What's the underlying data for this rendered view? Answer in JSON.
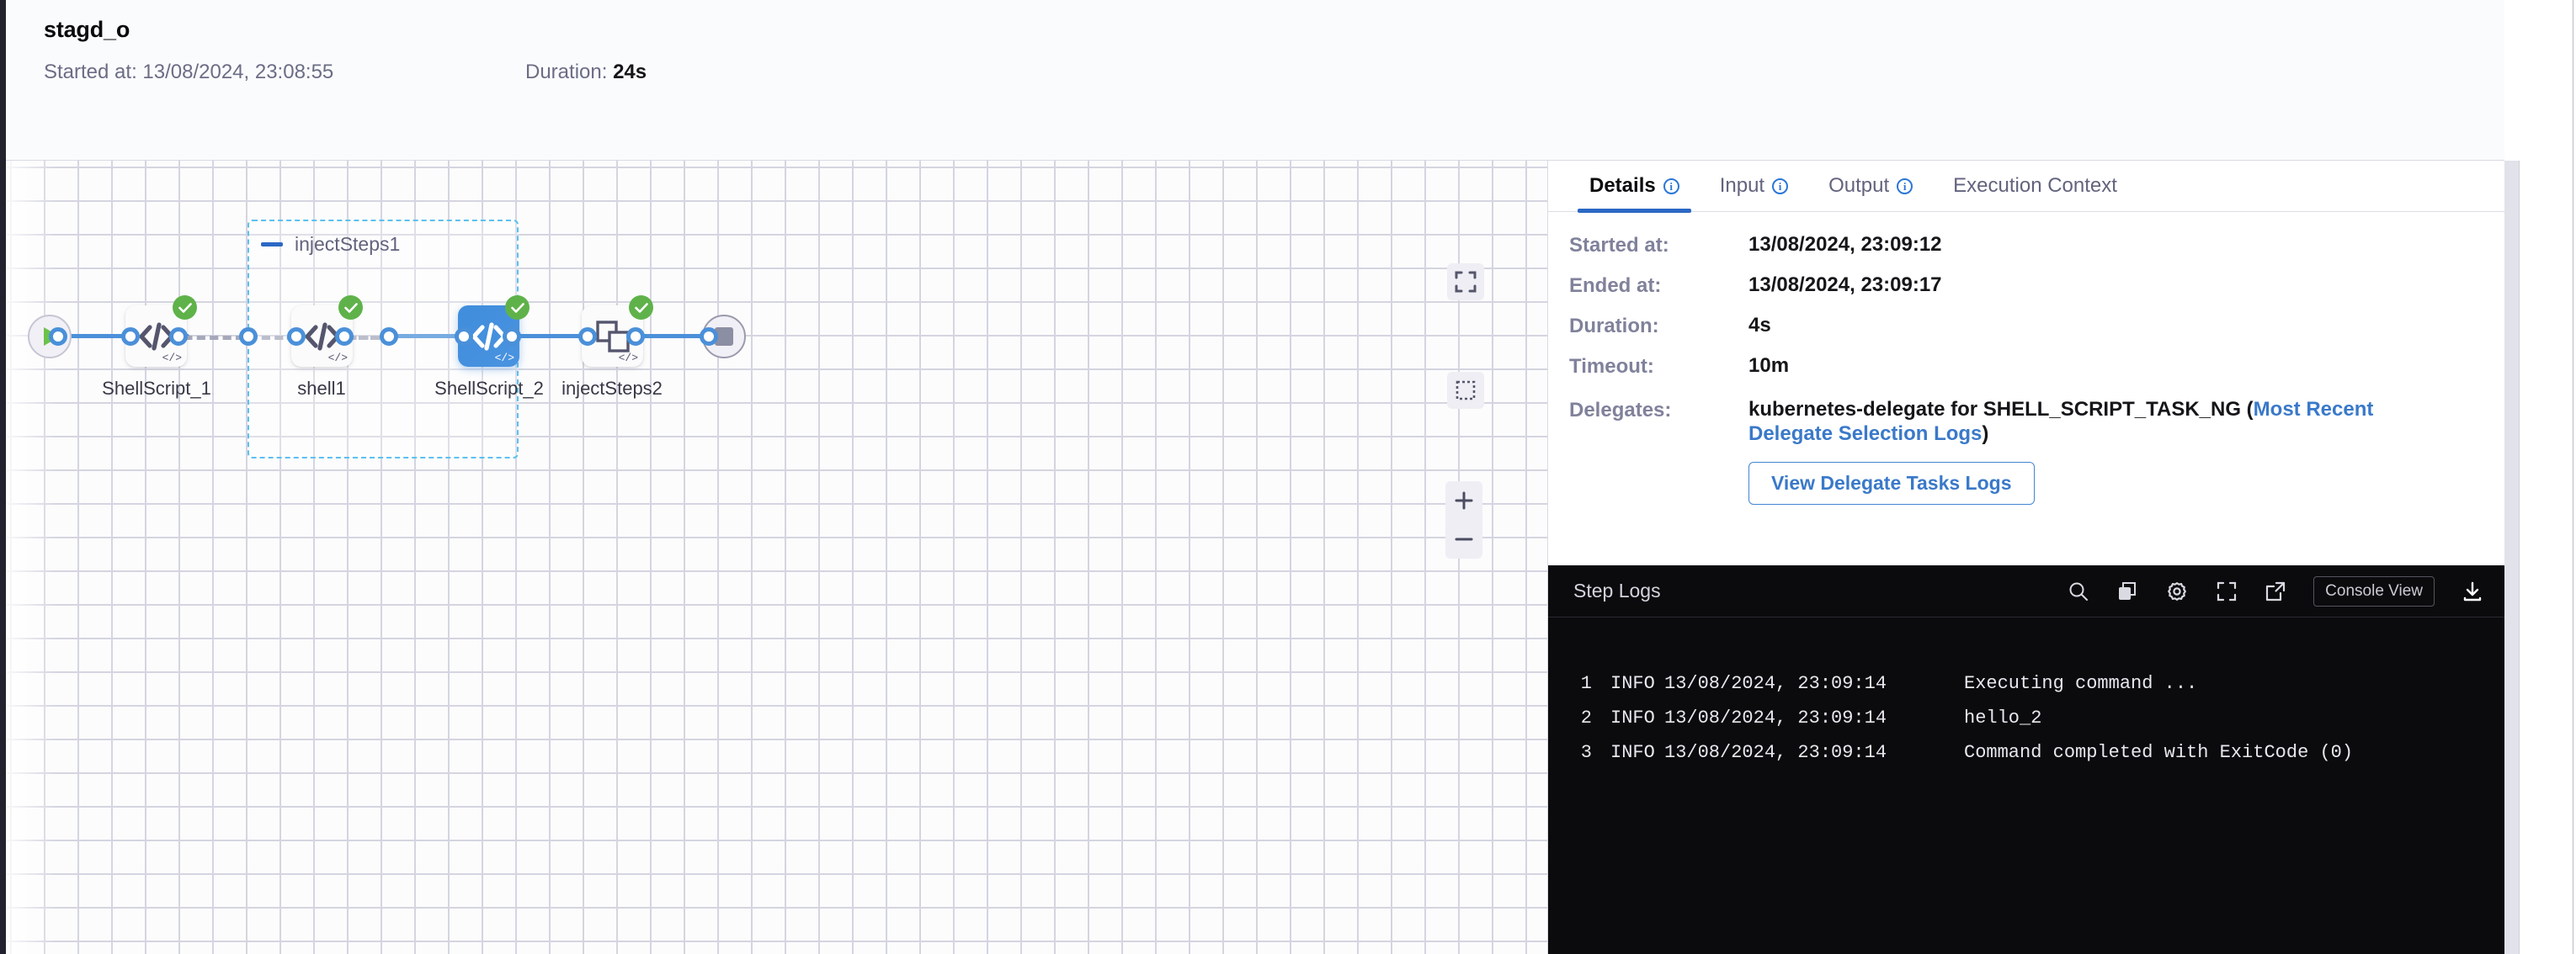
{
  "header": {
    "title": "stagd_o",
    "started_label": "Started at:",
    "started_value": "13/08/2024, 23:08:55",
    "duration_label": "Duration:",
    "duration_value": "24s"
  },
  "canvas": {
    "group": {
      "title": "injectSteps1",
      "collapse_icon": "minus-icon"
    },
    "nodes": [
      {
        "id": "shellscript1",
        "label": "ShellScript_1",
        "icon": "code-icon",
        "status": "success",
        "selected": false
      },
      {
        "id": "shell1",
        "label": "shell1",
        "icon": "code-icon",
        "status": "success",
        "selected": false
      },
      {
        "id": "shellscript2",
        "label": "ShellScript_2",
        "icon": "code-icon",
        "status": "success",
        "selected": true
      },
      {
        "id": "injectsteps2",
        "label": "injectSteps2",
        "icon": "stacked-squares-icon",
        "status": "success",
        "selected": false
      }
    ],
    "start_node": {
      "icon": "play-icon"
    },
    "end_node": {
      "icon": "stop-icon"
    },
    "toolbar": [
      {
        "name": "fit-to-screen-button",
        "icon": "fit-screen-icon"
      },
      {
        "name": "selection-marquee-button",
        "icon": "dashed-square-icon"
      },
      {
        "name": "zoom-in-button",
        "icon": "plus-icon"
      },
      {
        "name": "zoom-out-button",
        "icon": "minus-icon"
      }
    ]
  },
  "panel": {
    "tabs": [
      {
        "label": "Details",
        "has_info": true,
        "active": true
      },
      {
        "label": "Input",
        "has_info": true,
        "active": false
      },
      {
        "label": "Output",
        "has_info": true,
        "active": false
      },
      {
        "label": "Execution Context",
        "has_info": false,
        "active": false
      }
    ],
    "details": [
      {
        "label": "Started at:",
        "value": "13/08/2024, 23:09:12"
      },
      {
        "label": "Ended at:",
        "value": "13/08/2024, 23:09:17"
      },
      {
        "label": "Duration:",
        "value": "4s"
      },
      {
        "label": "Timeout:",
        "value": "10m"
      }
    ],
    "delegates": {
      "label": "Delegates:",
      "text": "kubernetes-delegate for SHELL_SCRIPT_TASK_NG (",
      "link": "Most Recent Delegate Selection Logs",
      "suffix": ")"
    },
    "delegate_button": "View Delegate Tasks Logs"
  },
  "logs": {
    "title": "Step Logs",
    "console_view_label": "Console View",
    "icons": [
      "search-icon",
      "copy-icon",
      "gear-icon",
      "fullscreen-icon",
      "external-link-icon",
      "download-icon"
    ],
    "lines": [
      {
        "num": "1",
        "level": "INFO",
        "timestamp": "13/08/2024, 23:09:14",
        "message": "Executing command ..."
      },
      {
        "num": "2",
        "level": "INFO",
        "timestamp": "13/08/2024, 23:09:14",
        "message": "hello_2"
      },
      {
        "num": "3",
        "level": "INFO",
        "timestamp": "13/08/2024, 23:09:14",
        "message": "Command completed with ExitCode (0)"
      }
    ]
  },
  "colors": {
    "accent_blue": "#4a90d9",
    "link_blue": "#3a79c9",
    "success_green": "#5fb24a",
    "group_border": "#5bc0f0",
    "log_bg": "#0b0b0d"
  }
}
